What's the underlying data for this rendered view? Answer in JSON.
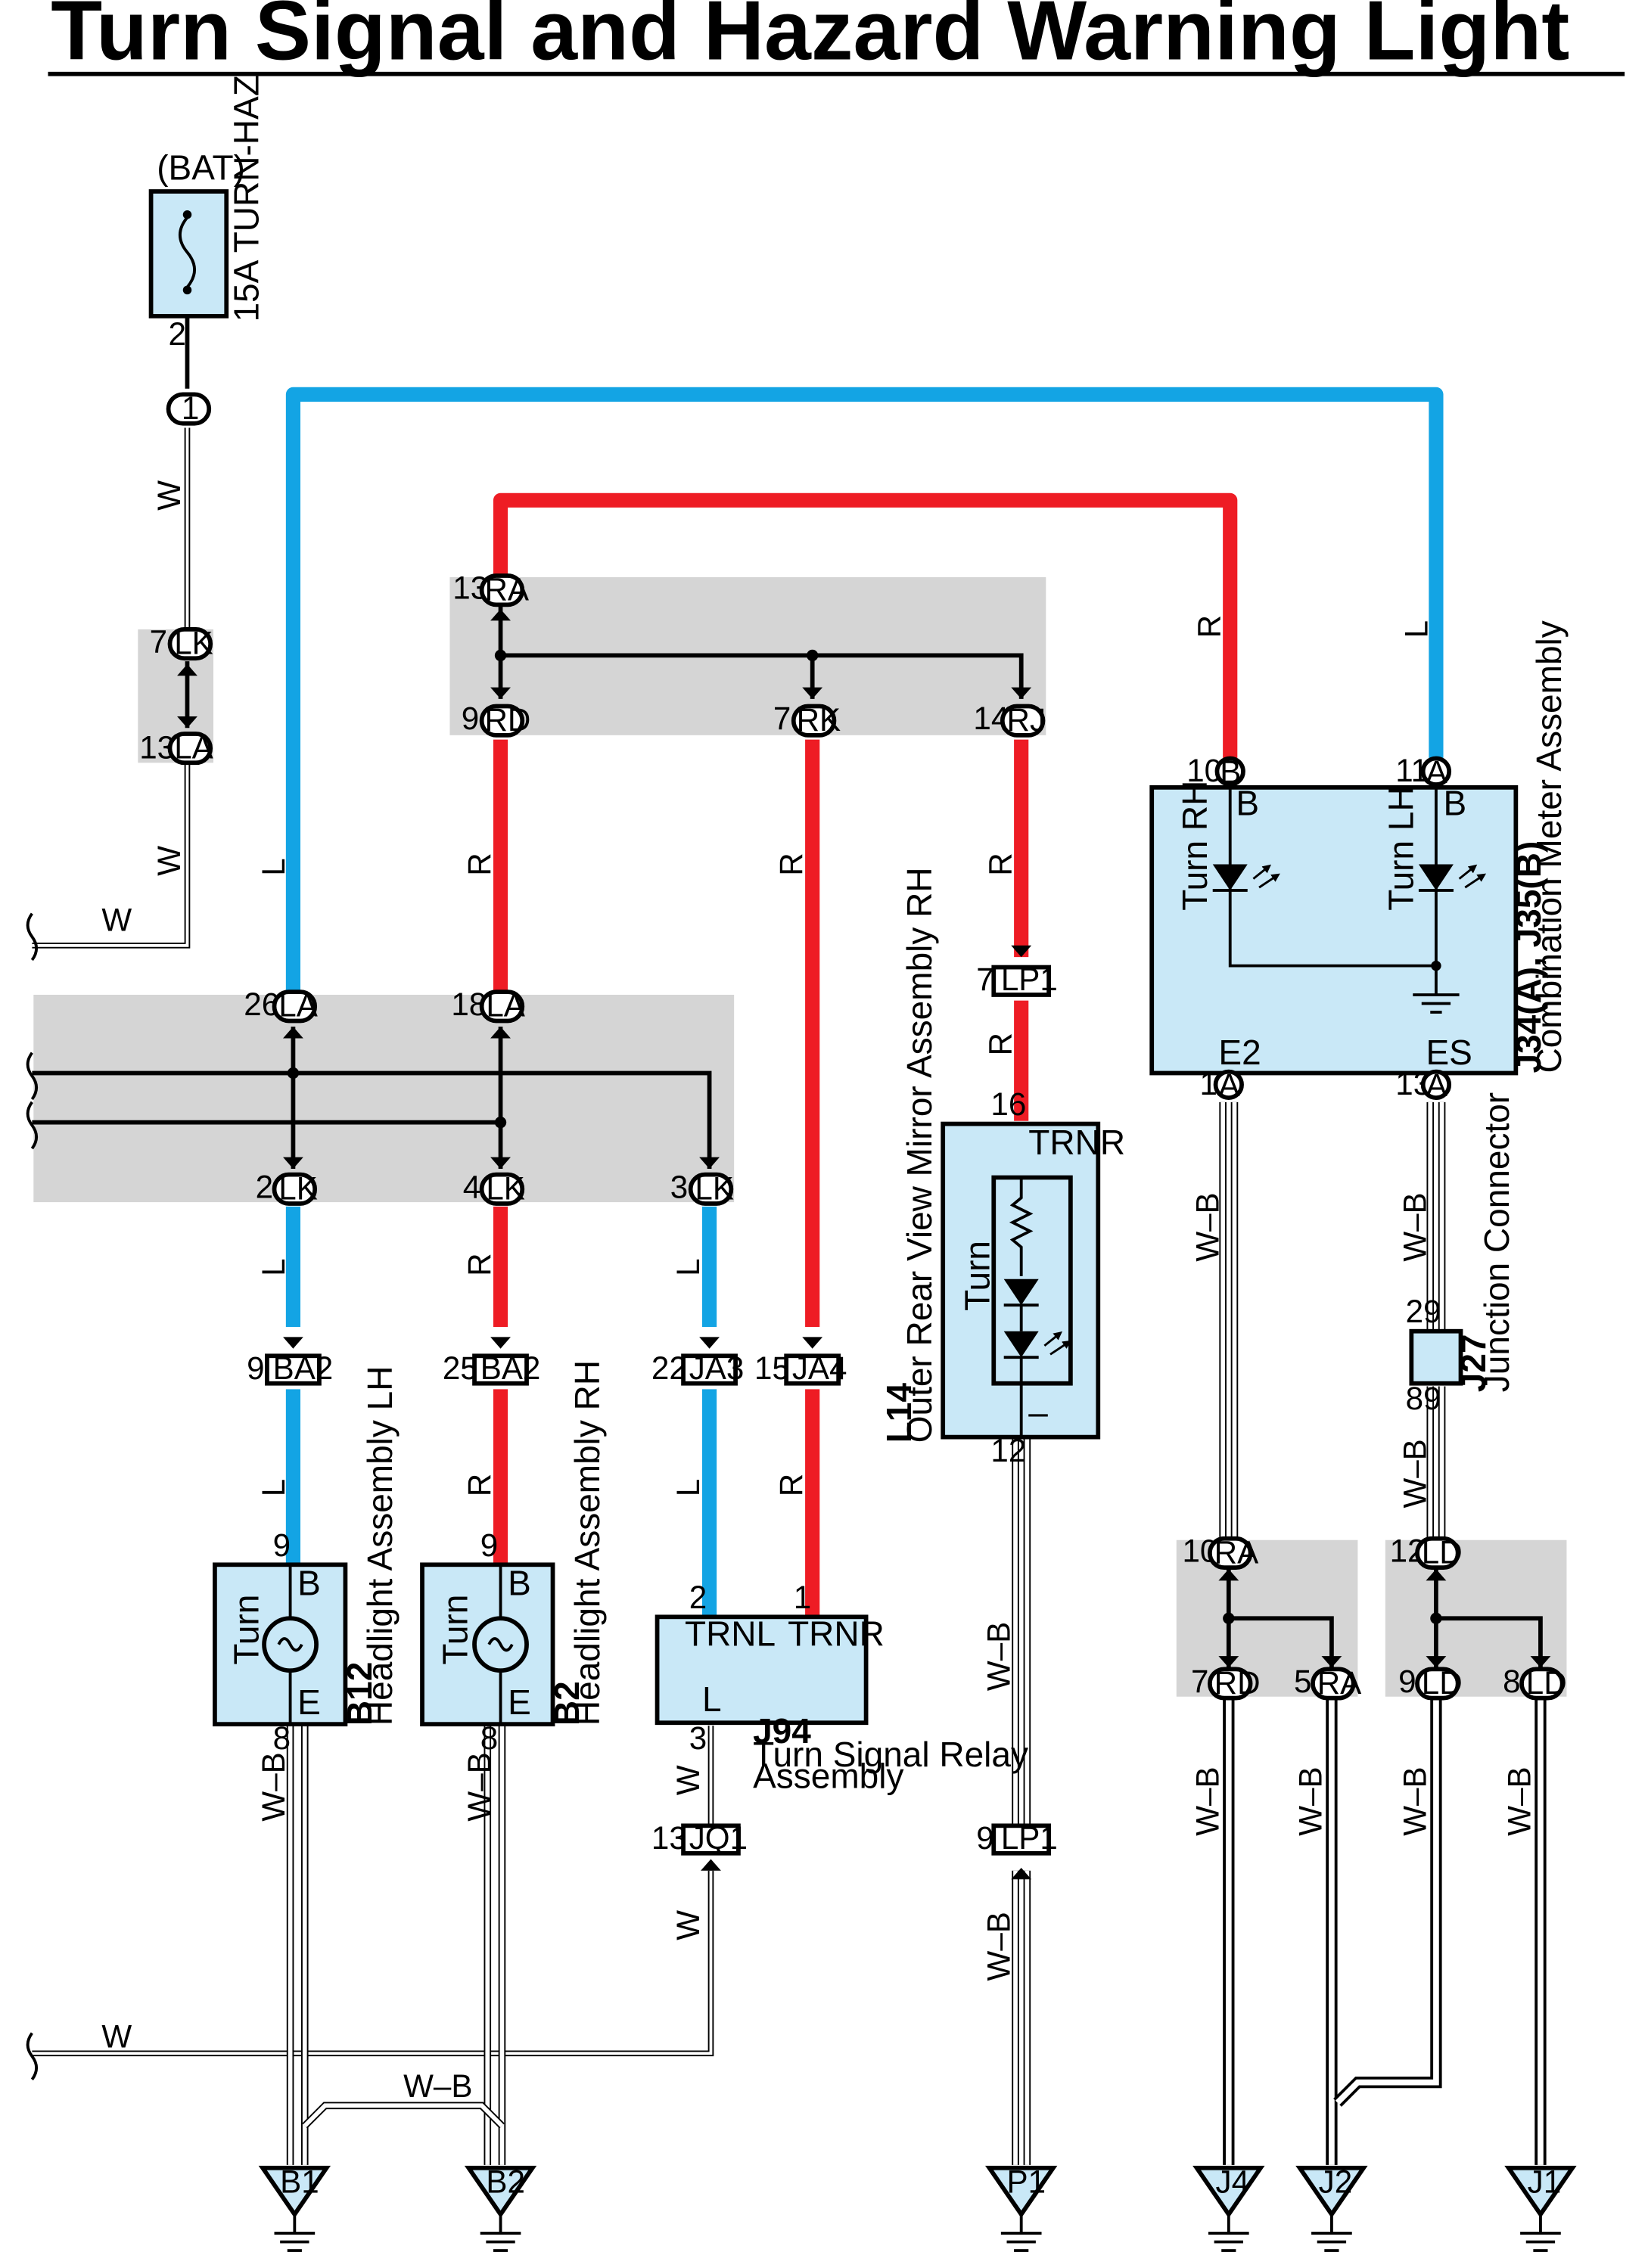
{
  "title": "Turn Signal and Hazard Warning Light",
  "colors": {
    "blue_wire": "#13a4e4",
    "red_wire": "#ee1c24",
    "component_fill": "#c9e8f7",
    "junction_fill": "#d5d5d5"
  },
  "fuse": {
    "source": "(BAT)",
    "name": "15A TURN-HAZ",
    "pin": "2",
    "connector": "1"
  },
  "wires": {
    "w": "W",
    "l": "L",
    "r": "R",
    "wb": "W–B"
  },
  "left_junction": {
    "top_pin": "7",
    "top": "LK",
    "bottom_pin": "13",
    "bottom": "LA"
  },
  "upper_junction": {
    "in_pin": "13",
    "in": "RA",
    "outs": [
      {
        "pin": "9",
        "code": "RD"
      },
      {
        "pin": "7",
        "code": "RK"
      },
      {
        "pin": "14",
        "code": "RJ"
      }
    ]
  },
  "mid_junction": {
    "in": [
      {
        "pin": "26",
        "code": "LA"
      },
      {
        "pin": "18",
        "code": "LA"
      }
    ],
    "outs": [
      {
        "pin": "2",
        "code": "LK"
      },
      {
        "pin": "4",
        "code": "LK"
      },
      {
        "pin": "3",
        "code": "LK"
      }
    ]
  },
  "connectors": {
    "ba2_lh": {
      "pin": "9",
      "code": "BA2"
    },
    "ba2_rh": {
      "pin": "25",
      "code": "BA2"
    },
    "ja3": {
      "pin": "22",
      "code": "JA3"
    },
    "ja4": {
      "pin": "15",
      "code": "JA4"
    },
    "lp1_top": {
      "pin": "7",
      "code": "LP1"
    },
    "lp1_bot": {
      "pin": "9",
      "code": "LP1"
    },
    "jq1": {
      "pin": "13",
      "code": "JQ1"
    }
  },
  "meter": {
    "id": "J34(A), J35(B)",
    "name": "Combination Meter Assembly",
    "pin_b_num": "10",
    "pin_b": "B",
    "pin_a_num": "11",
    "pin_a": "A",
    "inner_b1": "B",
    "inner_b2": "B",
    "turn_rh": "Turn RH",
    "turn_lh": "Turn LH",
    "e2": "E2",
    "es": "ES",
    "bot1_num": "1",
    "bot1": "A",
    "bot2_num": "13",
    "bot2": "A"
  },
  "mirror": {
    "id": "L14",
    "name": "Outer Rear View Mirror Assembly RH",
    "pin_top": "16",
    "trnr": "TRNR",
    "turn": "Turn",
    "minus": "–",
    "pin_bot": "12"
  },
  "junction_connector": {
    "id": "J27",
    "name": "Junction Connector",
    "pin_top": "29",
    "pin_bot": "89"
  },
  "headlight_lh": {
    "id": "B12",
    "name": "Headlight Assembly LH",
    "pin_top": "9",
    "pin_bot": "8",
    "b": "B",
    "e": "E",
    "turn": "Turn"
  },
  "headlight_rh": {
    "id": "B2",
    "name": "Headlight Assembly RH",
    "pin_top": "9",
    "pin_bot": "8",
    "b": "B",
    "e": "E",
    "turn": "Turn"
  },
  "relay": {
    "id": "J94",
    "name_line1": "Turn Signal Relay",
    "name_line2": "Assembly",
    "trnl": "TRNL",
    "trnr": "TRNR",
    "l": "L",
    "pin_trnl": "2",
    "pin_trnr": "1",
    "pin_l": "3"
  },
  "lower_junction_1": {
    "in_pin": "10",
    "in": "RA",
    "outs": [
      {
        "pin": "7",
        "code": "RD"
      },
      {
        "pin": "5",
        "code": "RA"
      }
    ]
  },
  "lower_junction_2": {
    "in_pin": "12",
    "in": "LD",
    "outs": [
      {
        "pin": "9",
        "code": "LD"
      },
      {
        "pin": "8",
        "code": "LD"
      }
    ]
  },
  "grounds": [
    "B1",
    "B2",
    "P1",
    "J4",
    "J2",
    "J1"
  ]
}
